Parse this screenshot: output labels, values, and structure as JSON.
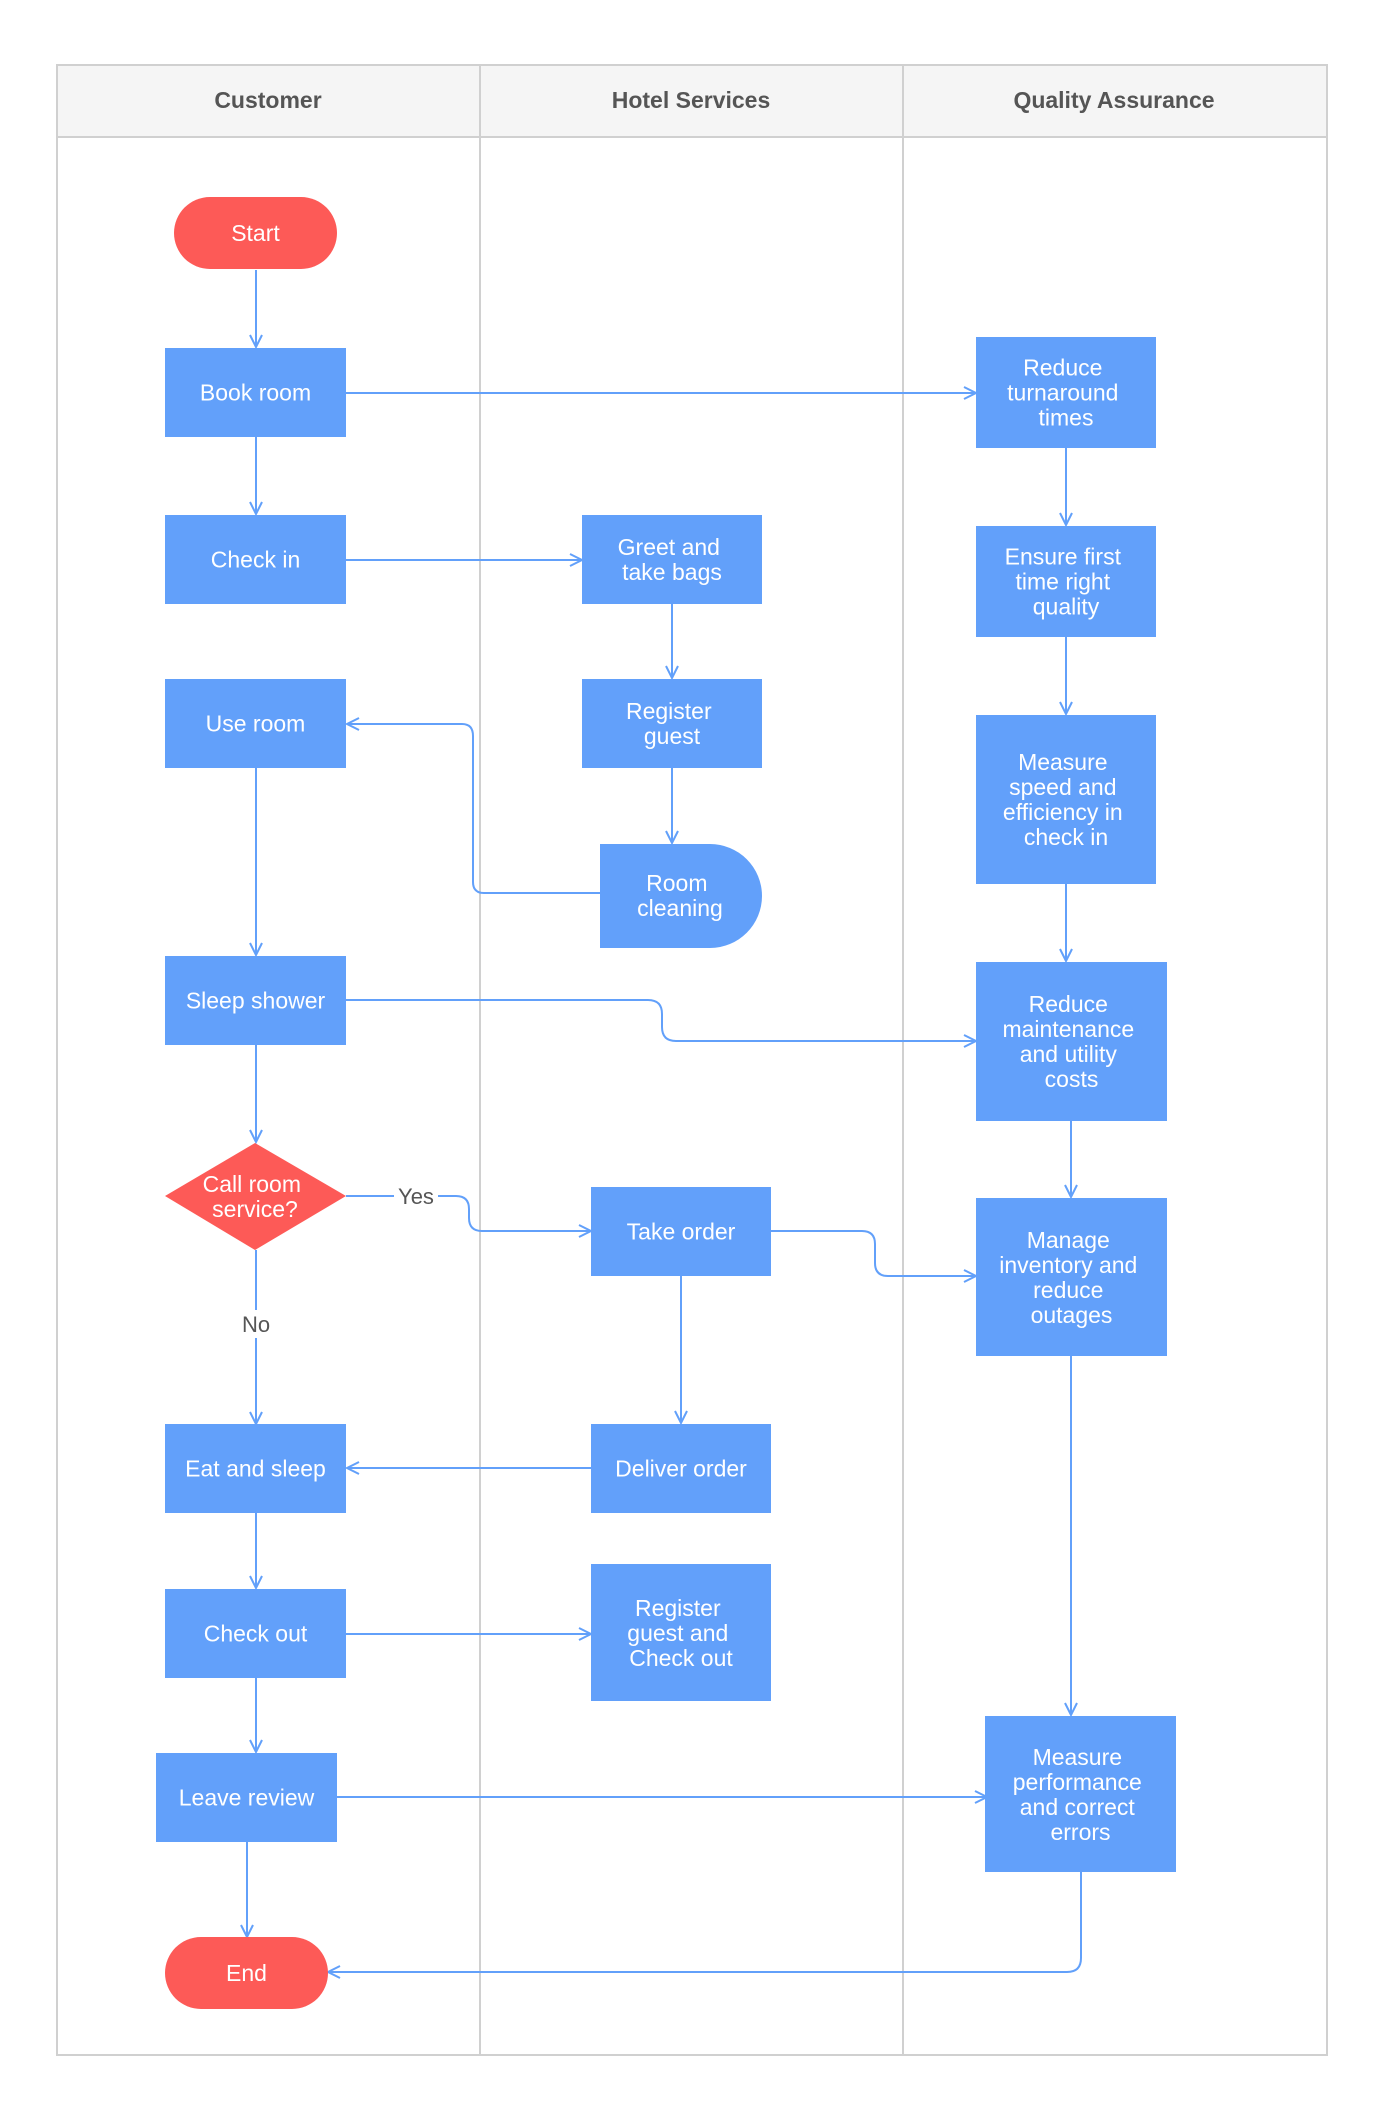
{
  "lanes": [
    "Customer",
    "Hotel Services",
    "Quality Assurance"
  ],
  "nodes": {
    "start": {
      "lines": [
        "Start"
      ]
    },
    "book_room": {
      "lines": [
        "Book room"
      ]
    },
    "check_in": {
      "lines": [
        "Check in"
      ]
    },
    "use_room": {
      "lines": [
        "Use room"
      ]
    },
    "sleep_shower": {
      "lines": [
        "Sleep shower"
      ]
    },
    "call_room_service": {
      "lines": [
        "Call room",
        "service?"
      ]
    },
    "eat_and_sleep": {
      "lines": [
        "Eat and sleep"
      ]
    },
    "check_out": {
      "lines": [
        "Check out"
      ]
    },
    "leave_review": {
      "lines": [
        "Leave review"
      ]
    },
    "end": {
      "lines": [
        "End"
      ]
    },
    "greet_take_bags": {
      "lines": [
        "Greet and",
        "take bags"
      ]
    },
    "register_guest": {
      "lines": [
        "Register",
        "guest"
      ]
    },
    "room_cleaning": {
      "lines": [
        "Room",
        "cleaning"
      ]
    },
    "take_order": {
      "lines": [
        "Take order"
      ]
    },
    "deliver_order": {
      "lines": [
        "Deliver order"
      ]
    },
    "register_checkout": {
      "lines": [
        "Register",
        "guest and",
        "Check out"
      ]
    },
    "reduce_turnaround": {
      "lines": [
        "Reduce",
        "turnaround",
        "times"
      ]
    },
    "ensure_quality": {
      "lines": [
        "Ensure first",
        "time right",
        "quality"
      ]
    },
    "measure_speed": {
      "lines": [
        "Measure",
        "speed and",
        "efficiency in",
        "check in"
      ]
    },
    "reduce_maintenance": {
      "lines": [
        "Reduce",
        "maintenance",
        "and utility",
        "costs"
      ]
    },
    "manage_inventory": {
      "lines": [
        "Manage",
        "inventory and",
        "reduce",
        "outages"
      ]
    },
    "measure_performance": {
      "lines": [
        "Measure",
        "performance",
        "and correct",
        "errors"
      ]
    }
  },
  "edge_labels": {
    "yes": "Yes",
    "no": "No"
  },
  "colors": {
    "process": "#62a0fa",
    "terminal": "#fd5a57",
    "connector": "#62a0fa",
    "grid": "#d0d0d0",
    "header_bg": "#f5f5f5",
    "text_dark": "#555555"
  }
}
